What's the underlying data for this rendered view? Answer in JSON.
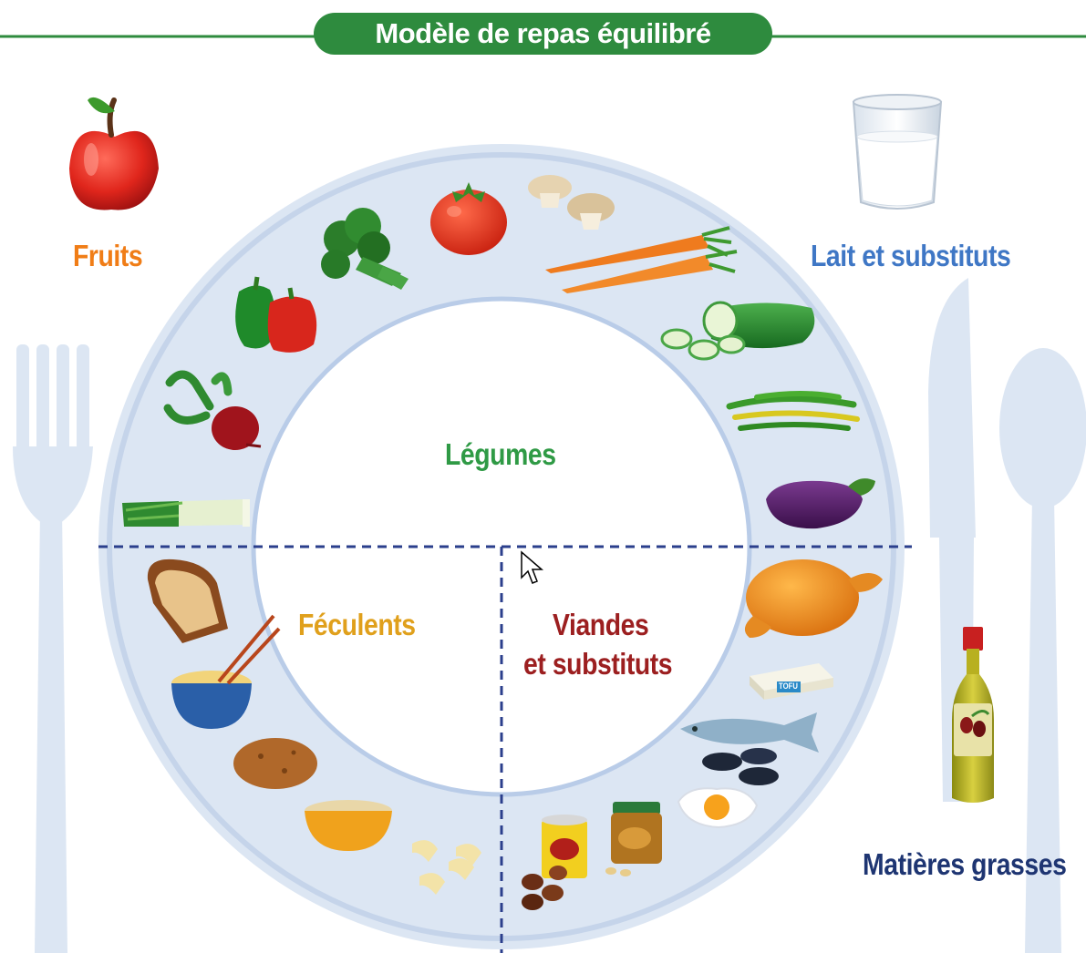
{
  "title": "Modèle de repas équilibré",
  "groups": {
    "fruits": "Fruits",
    "lait": "Lait et substituts",
    "legumes": "Légumes",
    "feculents": "Féculents",
    "viandes_line1": "Viandes",
    "viandes_line2": "et substituts",
    "matieres": "Matières grasses"
  },
  "tofu_label": "TOFU",
  "colors": {
    "title_bar": "#2e8b3e",
    "plate_rim": "#dce6f3",
    "plate_edge": "#c0d1ea",
    "divider": "#2b3f8c",
    "fruits": "#f07d17",
    "lait": "#3f77c5",
    "legumes": "#2f9a45",
    "feculents": "#e0a01c",
    "viandes": "#9c1f20",
    "matieres": "#1e3572",
    "cutlery": "#dce6f3"
  },
  "icons": [
    "apple-icon",
    "milk-glass-icon",
    "fork-icon",
    "knife-icon",
    "spoon-icon",
    "oil-bottle-icon",
    "broccoli-icon",
    "tomato-icon",
    "mushroom-icon",
    "carrot-icon",
    "pepper-icon",
    "cucumber-icon",
    "beet-icon",
    "green-beans-icon",
    "leek-icon",
    "eggplant-icon",
    "bread-icon",
    "noodle-bowl-icon",
    "potato-icon",
    "rice-bowl-icon",
    "pasta-icon",
    "chicken-icon",
    "tofu-icon",
    "fish-icon",
    "mussels-icon",
    "egg-icon",
    "peanut-butter-icon",
    "canned-beans-icon",
    "nuts-icon",
    "mouse-cursor-icon"
  ]
}
